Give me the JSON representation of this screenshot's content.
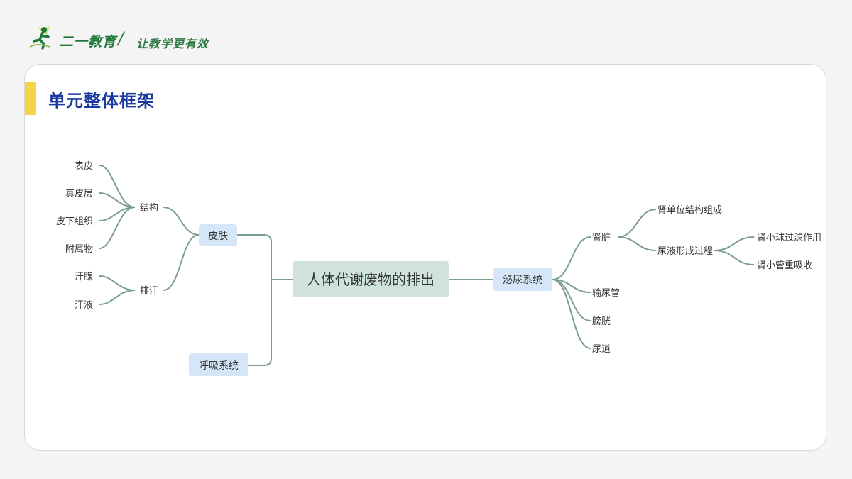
{
  "header": {
    "brand": "二一教育",
    "slogan": "让教学更有效",
    "logo_icon": "running-figure-logo-icon"
  },
  "page": {
    "title": "单元整体框架",
    "accent_color": "#f5d548",
    "title_color": "#1b3aa0"
  },
  "mindmap": {
    "line_color": "#7a9e8c",
    "root_fill": "#cfe3dc",
    "branch_fill": "#d4e6f7",
    "root": "人体代谢废物的排出",
    "branches": {
      "skin": "皮肤",
      "respiration": "呼吸系统",
      "urinary": "泌尿系统"
    },
    "skin_children": {
      "structure": "结构",
      "sweat": "排汗"
    },
    "structure_children": [
      "表皮",
      "真皮层",
      "皮下组织",
      "附属物"
    ],
    "sweat_children": [
      "汗腺",
      "汗液"
    ],
    "urinary_children": [
      "肾脏",
      "输尿管",
      "膀胱",
      "尿道"
    ],
    "kidney_children": [
      "肾单位结构组成",
      "尿液形成过程"
    ],
    "urine_children": [
      "肾小球过滤作用",
      "肾小管重吸收"
    ]
  }
}
